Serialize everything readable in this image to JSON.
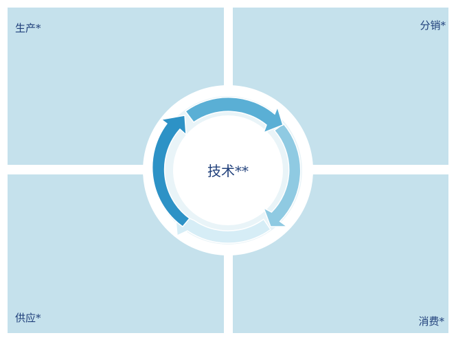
{
  "quadrants": {
    "top_left": "生产*",
    "top_right": "分销*",
    "bottom_left": "供应*",
    "bottom_right": "消费*"
  },
  "center": {
    "label": "技术**"
  },
  "colors": {
    "quadrant_fill": "#c5e1ec",
    "arrow_top": "#5aafd5",
    "arrow_right": "#8fcae2",
    "arrow_bottom": "#d6edf6",
    "arrow_left": "#2d92c6",
    "label_text": "#1f3f7a"
  }
}
